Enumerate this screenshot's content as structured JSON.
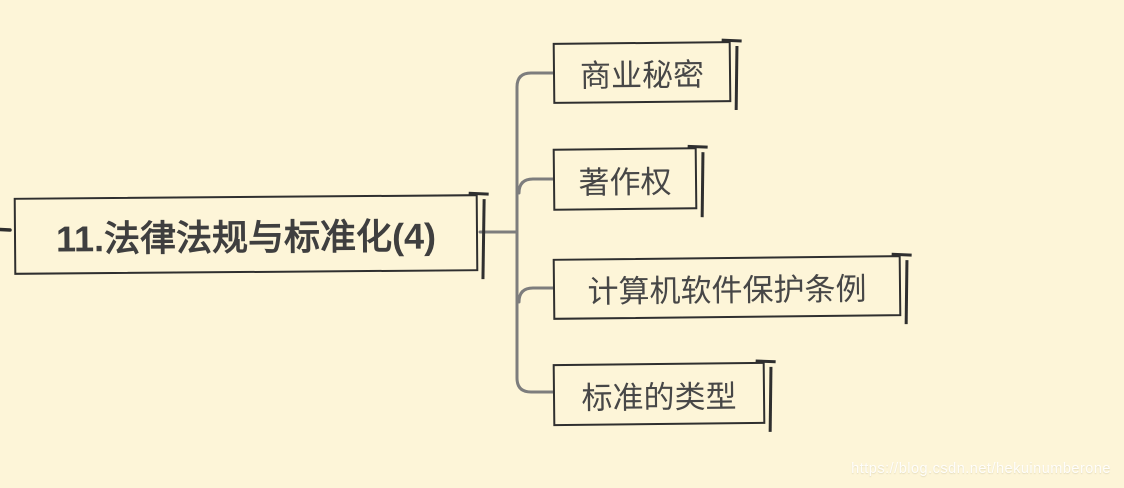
{
  "diagram": {
    "type": "mindmap",
    "root": {
      "label": "11.法律法规与标准化(4)"
    },
    "children": [
      {
        "label": "商业秘密"
      },
      {
        "label": "著作权"
      },
      {
        "label": "计算机软件保护条例"
      },
      {
        "label": "标准的类型"
      }
    ]
  },
  "watermark": {
    "text": "https://blog.csdn.net/hekuinumberone"
  },
  "colors": {
    "background": "#fdf5d8",
    "node_border": "#2f2f2f",
    "node_text": "#474747",
    "connector": "#7d7d7d"
  }
}
